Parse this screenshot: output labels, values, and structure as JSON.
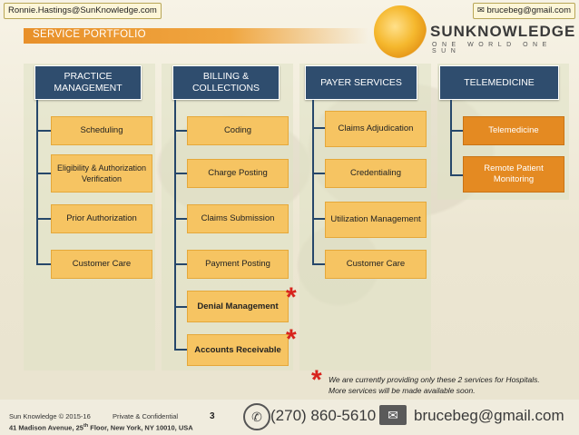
{
  "header": {
    "left_email": "Ronnie.Hastings@SunKnowledge.com",
    "right_email": "brucebeg@gmail.com",
    "right_email_icon": "envelope-icon",
    "title": "SERVICE PORTFOLIO"
  },
  "logo": {
    "name": "SUNKNOWLEDGE",
    "tagline": "ONE WORLD ONE SUN"
  },
  "columns": [
    {
      "header": "PRACTICE MANAGEMENT",
      "items": [
        "Scheduling",
        "Eligibility & Authorization Verification",
        "Prior Authorization",
        "Customer Care"
      ]
    },
    {
      "header": "BILLING & COLLECTIONS",
      "items": [
        "Coding",
        "Charge Posting",
        "Claims Submission",
        "Payment Posting",
        "Denial Management",
        "Accounts Receivable"
      ]
    },
    {
      "header": "PAYER SERVICES",
      "items": [
        "Claims Adjudication",
        "Credentialing",
        "Utilization Management",
        "Customer Care"
      ]
    },
    {
      "header": "TELEMEDICINE",
      "items": [
        "Telemedicine",
        "Remote Patient Monitoring"
      ]
    }
  ],
  "asterisk": "*",
  "note_line1": "We are currently providing only these 2 services for Hospitals.",
  "note_line2": "More services will be made available soon.",
  "footer": {
    "copyright": "Sun Knowledge © 2015-16",
    "confidential": "Private & Confidential",
    "page": "3",
    "address_part1": "41 Madison Avenue, 25",
    "address_sup": "th",
    "address_part2": " Floor, New York, NY 10010, USA",
    "phone": "(270) 860-5610",
    "email": "brucebeg@gmail.com"
  },
  "colors": {
    "header_blue": "#2f4d6e",
    "box_light": "#f6c462",
    "box_dark": "#e48a22",
    "accent_orange": "#e8902a",
    "asterisk_red": "#d8231d"
  }
}
